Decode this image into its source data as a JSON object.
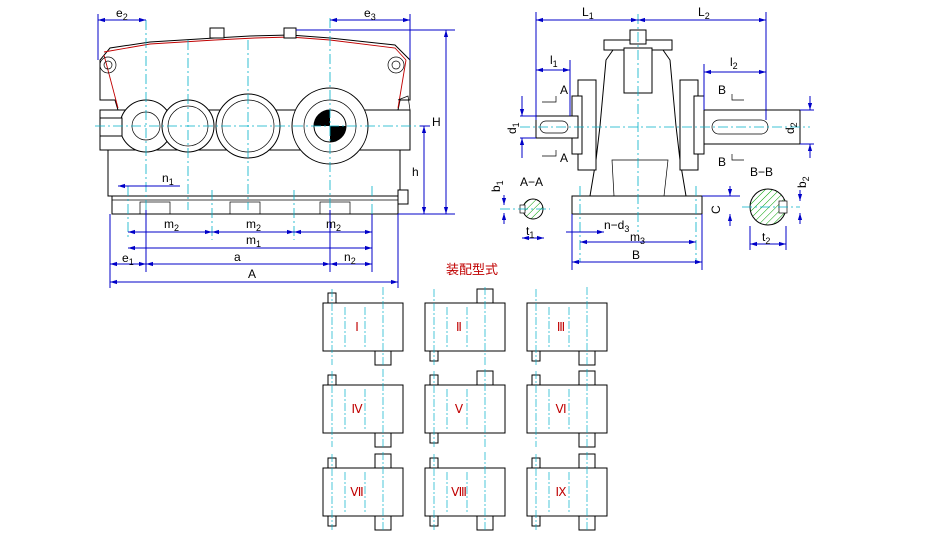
{
  "labels": {
    "e2": "e",
    "e2_sub": "2",
    "e3": "e",
    "e3_sub": "3",
    "H": "H",
    "h": "h",
    "n1": "n",
    "n1_sub": "1",
    "m2a": "m",
    "m2a_sub": "2",
    "m2b": "m",
    "m2b_sub": "2",
    "m2c": "m",
    "m2c_sub": "2",
    "m1": "m",
    "m1_sub": "1",
    "e1": "e",
    "e1_sub": "1",
    "a": "a",
    "n2": "n",
    "n2_sub": "2",
    "A": "A",
    "L1": "L",
    "L1_sub": "1",
    "L2": "L",
    "L2_sub": "2",
    "l1": "l",
    "l1_sub": "1",
    "l2": "l",
    "l2_sub": "2",
    "sectA_top": "A",
    "sectA_bot": "A",
    "sectB_top": "B",
    "sectB_bot": "B",
    "d1": "d",
    "d1_sub": "1",
    "d2": "d",
    "d2_sub": "2",
    "AA": "A−A",
    "BB": "B−B",
    "b1": "b",
    "b1_sub": "1",
    "b2": "b",
    "b2_sub": "2",
    "t1": "t",
    "t1_sub": "1",
    "t2": "t",
    "t2_sub": "2",
    "C": "C",
    "nd3": "n−d",
    "nd3_sub": "3",
    "m3": "m",
    "m3_sub": "3",
    "B": "B"
  },
  "assembly": {
    "title": "装配型式",
    "types": [
      "Ⅰ",
      "Ⅱ",
      "Ⅲ",
      "Ⅳ",
      "Ⅴ",
      "Ⅵ",
      "Ⅶ",
      "Ⅷ",
      "Ⅸ"
    ]
  }
}
